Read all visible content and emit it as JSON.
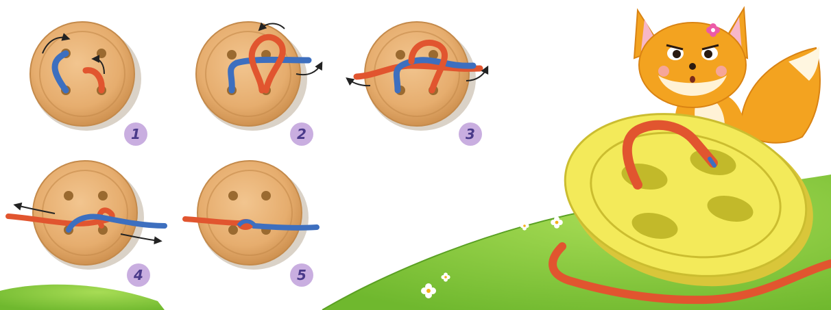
{
  "steps": [
    {
      "number": "1"
    },
    {
      "number": "2"
    },
    {
      "number": "3"
    },
    {
      "number": "4"
    },
    {
      "number": "5"
    }
  ],
  "colors": {
    "button_fill": "#e6ad6e",
    "button_rim": "#d39854",
    "badge_fill": "#c9aee0",
    "badge_text": "#4a3a8a",
    "lace_red": "#e1552f",
    "lace_blue": "#3d6fbf",
    "grass": "#8ccf3e",
    "big_button": "#f3ea5a",
    "fox_orange": "#f3a320"
  },
  "icons": [
    "arrow-icon",
    "fox-illustration",
    "flower-icon"
  ]
}
